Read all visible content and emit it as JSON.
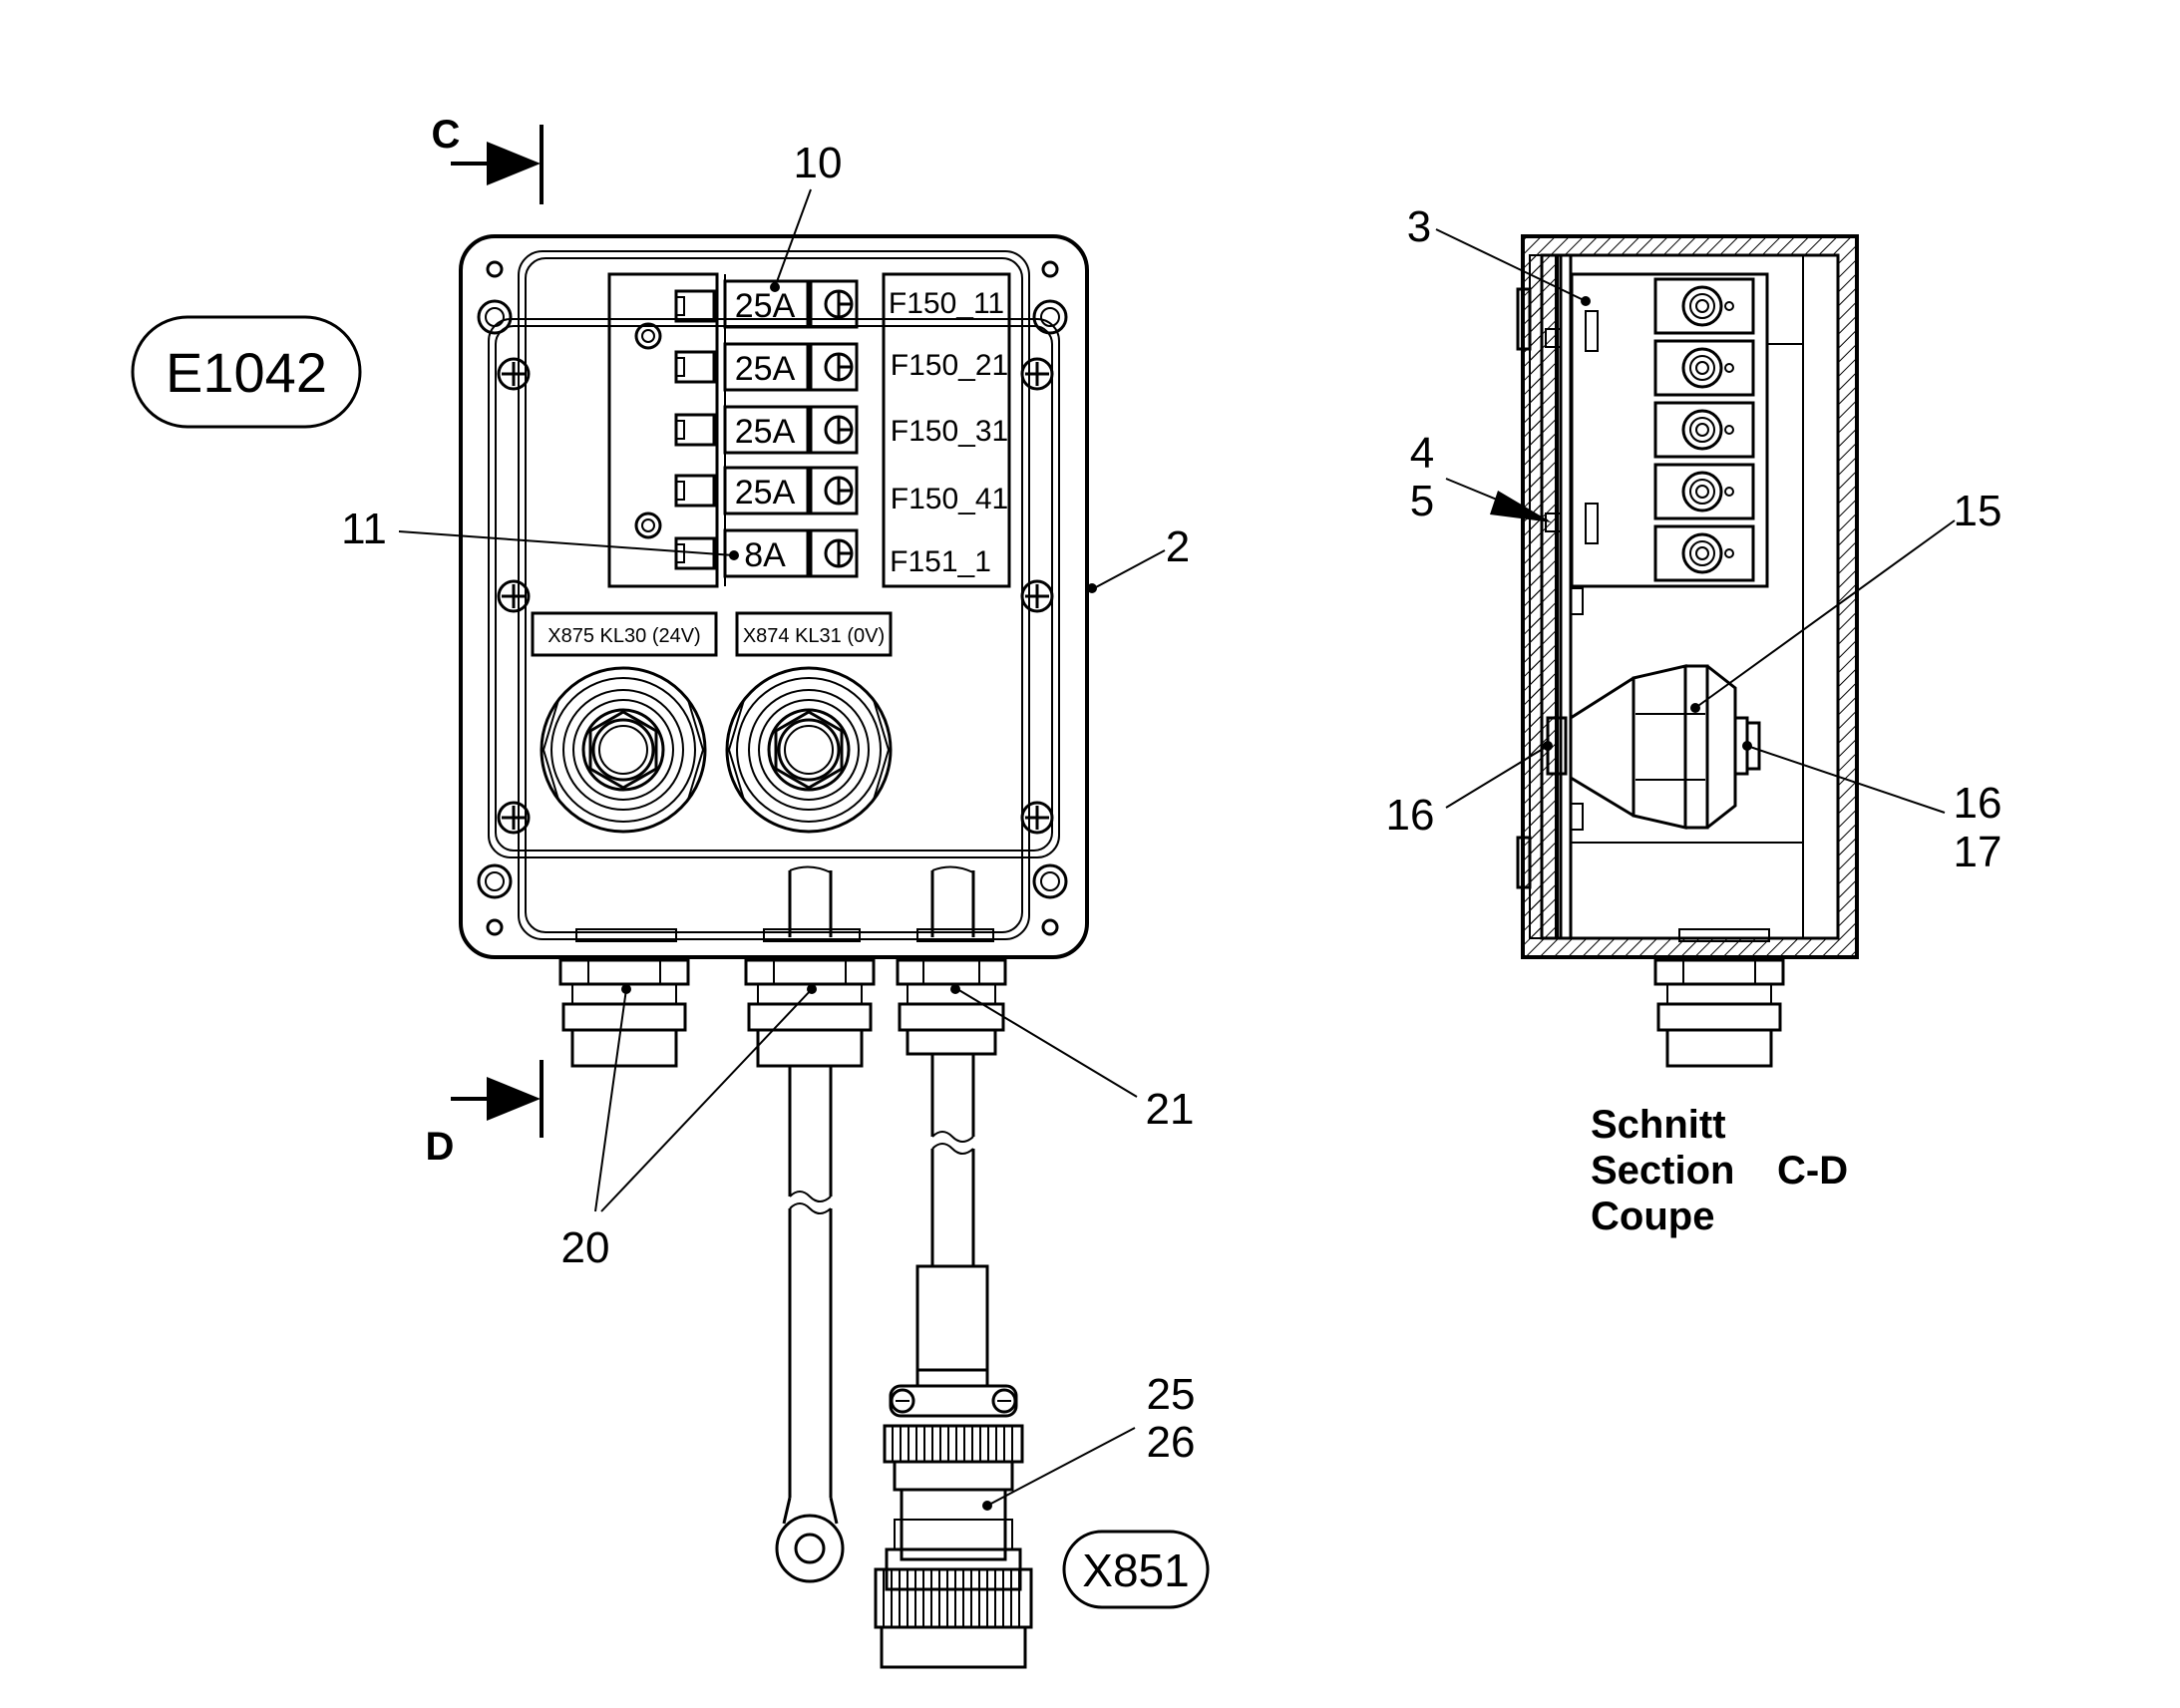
{
  "identifiers": {
    "assembly": "E1042",
    "connector": "X851"
  },
  "section_markers": {
    "top": "C",
    "bottom": "D"
  },
  "fuses": [
    {
      "rating": "25A",
      "label": "F150_11"
    },
    {
      "rating": "25A",
      "label": "F150_21"
    },
    {
      "rating": "25A",
      "label": "F150_31"
    },
    {
      "rating": "25A",
      "label": "F150_41"
    },
    {
      "rating": "8A",
      "label": "F151_1"
    }
  ],
  "terminal_labels": {
    "left": "X875 KL30 (24V)",
    "right": "X874 KL31 (0V)"
  },
  "callouts": {
    "c2": "2",
    "c3": "3",
    "c4": "4",
    "c5": "5",
    "c10": "10",
    "c11": "11",
    "c15": "15",
    "c16a": "16",
    "c16b": "16",
    "c17": "17",
    "c20": "20",
    "c21": "21",
    "c25": "25",
    "c26": "26"
  },
  "section_caption": {
    "line1": "Schnitt",
    "line2": "Section",
    "line2b": "C-D",
    "line3": "Coupe"
  }
}
